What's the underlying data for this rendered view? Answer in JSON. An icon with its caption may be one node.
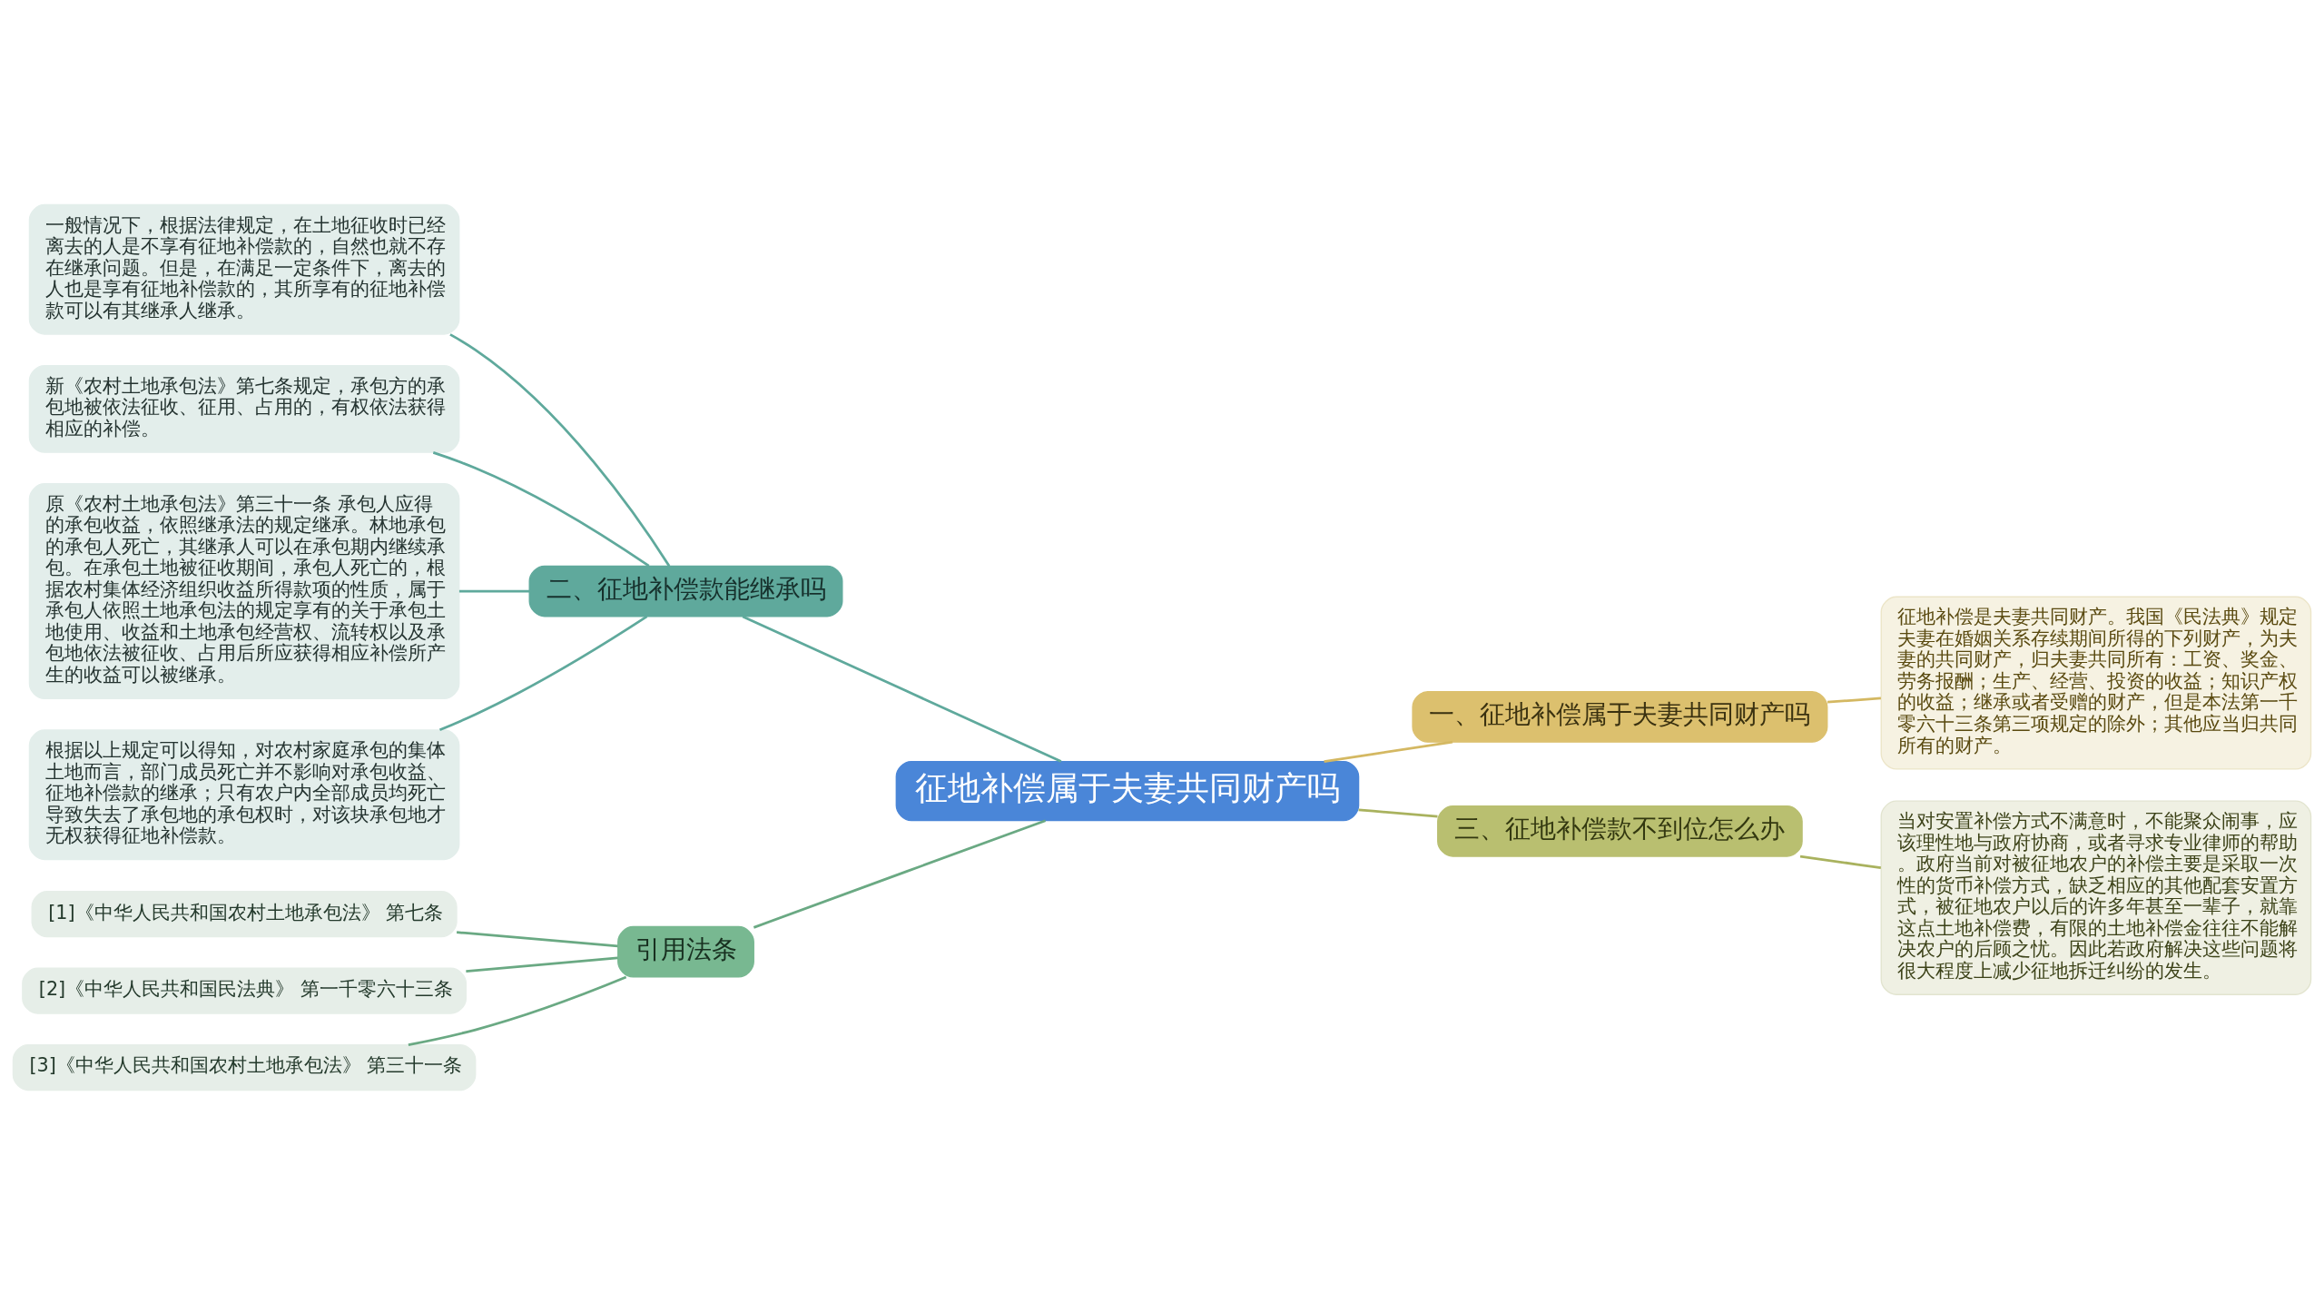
{
  "diagram": {
    "nodes": [
      {
        "text": [
          "征地补偿属于夫妻共同财产吗"
        ]
      },
      {
        "text": [
          "一、征地补偿属于夫妻共同财产吗"
        ]
      },
      {
        "text": [
          "征地补偿是夫妻共同财产。我国《民法典》规定夫妻在婚姻关系存续期间所得的下列财产，为夫妻的共同财产，归夫妻共同所有：工资、奖金、劳务报酬；生产、经营、投资的收益；知识产权的收益；继承或者受赠的财产，但是本法第一千零六十三条第三项规定的除外；其他应当归共同所有的财产。"
        ]
      },
      {
        "text": [
          "三、征地补偿款不到位怎么办"
        ]
      },
      {
        "text": [
          "当对安置补偿方式不满意时，不能聚众闹事，应该理性地与政府协商，或者寻求专业律师的帮助。政府当前对被征地农户的补偿主要是采取一次性的货币补偿方式，缺乏相应的其他配套安置方式，被征地农户以后的许多年甚至一辈子，就靠这点土地补偿费，有限的土地补偿金往往不能解决农户的后顾之忧。因此若政府解决这些问题将很大程度上减少征地拆迁纠纷的发生。"
        ]
      },
      {
        "text": [
          "二、征地补偿款能继承吗"
        ]
      },
      {
        "text": [
          "一般情况下，根据法律规定，在土地征收时已经离去的人是不享有征地补偿款的，自然也就不存在继承问题。但是，在满足一定条件下，离去的人也是享有征地补偿款的，其所享有的征地补偿款可以有其继承人继承。"
        ]
      },
      {
        "text": [
          "新《农村土地承包法》第七条规定，承包方的承包地被依法征收、征用、占用的，有权依法获得相应的补偿。"
        ]
      },
      {
        "text": [
          "原《农村土地承包法》第三十一条 承包人应得的承包收益，依照继承法的规定继承。林地承包的承包人死亡，其继承人可以在承包期内继续承包。在承包土地被征收期间，承包人死亡的，根据农村集体经济组织收益所得款项的性质，属于承包人依照土地承包法的规定享有的关于承包土地使用、收益和土地承包经营权、流转权以及承包地依法被征收、占用后所应获得相应补偿所产生的收益可以被继承。"
        ]
      },
      {
        "text": [
          "根据以上规定可以得知，对农村家庭承包的集体土地而言，部门成员死亡并不影响对承包收益、征地补偿款的继承；只有农户内全部成员均死亡导致失去了承包地的承包权时，对该块承包地才无权获得征地补偿款。"
        ]
      },
      {
        "text": [
          "引用法条"
        ]
      },
      {
        "text": [
          "[1]《中华人民共和国农村土地承包法》 第七条"
        ]
      },
      {
        "text": [
          "[2]《中华人民共和国民法典》 第一千零六十三条"
        ]
      },
      {
        "text": [
          "[3]《中华人民共和国农村土地承包法》 第三十一条"
        ]
      }
    ],
    "edges": [
      {
        "from": 0,
        "to": 1,
        "arrow": "none",
        "color": "#d4b862"
      },
      {
        "from": 1,
        "to": 2,
        "arrow": "none",
        "color": "#d4b862"
      },
      {
        "from": 0,
        "to": 3,
        "arrow": "none",
        "color": "#a9b25e"
      },
      {
        "from": 3,
        "to": 4,
        "arrow": "none",
        "color": "#a9b25e"
      },
      {
        "from": 0,
        "to": 5,
        "arrow": "none"
      },
      {
        "from": 5,
        "to": 6,
        "arrow": "none"
      },
      {
        "from": 5,
        "to": 7,
        "arrow": "none"
      },
      {
        "from": 5,
        "to": 8,
        "arrow": "none"
      },
      {
        "from": 5,
        "to": 9,
        "arrow": "none"
      },
      {
        "from": 0,
        "to": 10,
        "arrow": "none",
        "color": "#6aa983"
      },
      {
        "from": 10,
        "to": 11,
        "arrow": "none",
        "color": "#6aa983"
      },
      {
        "from": 10,
        "to": 12,
        "arrow": "none",
        "color": "#6aa983"
      },
      {
        "from": 10,
        "to": 13,
        "arrow": "none",
        "color": "#6aa983"
      }
    ]
  }
}
